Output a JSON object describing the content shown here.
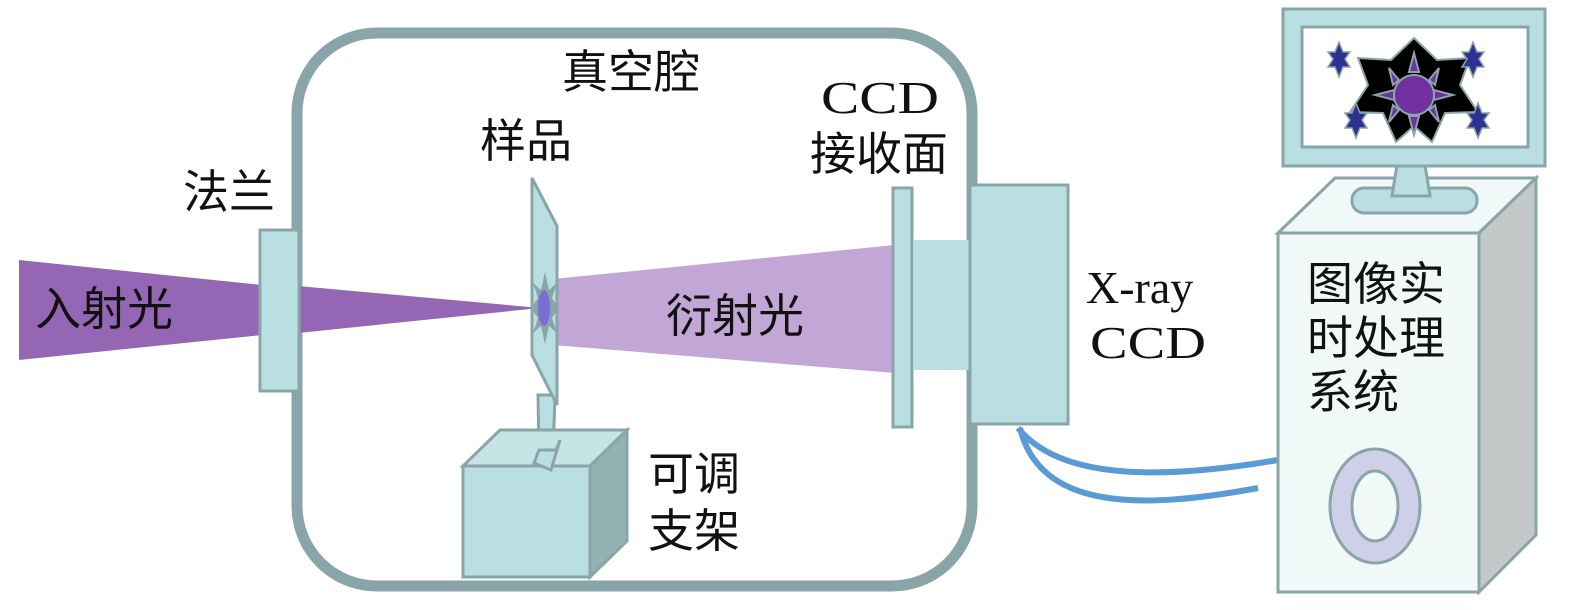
{
  "figure": {
    "type": "schematic",
    "subject": "X-ray diffraction imaging setup"
  },
  "labels": {
    "incident_light": "入射光",
    "flange": "法兰",
    "vacuum_chamber": "真空腔",
    "sample": "样品",
    "diffracted_light": "衍射光",
    "ccd_receiving_surface_line1": "CCD",
    "ccd_receiving_surface_line2": "接收面",
    "xray_ccd_line1": "X-ray",
    "xray_ccd_line2": "CCD",
    "adjustable_mount_line1": "可调",
    "adjustable_mount_line2": "支架",
    "processing_system_line1": "图像实",
    "processing_system_line2": "时处理",
    "processing_system_line3": "系统"
  },
  "colors": {
    "incident_beam": "#9566b4",
    "diffracted_beam": "#c2a7d6",
    "component_fill": "#badfe2",
    "outline": "#8aa5a8",
    "cable": "#5b9bd5",
    "chamber_wall": "#8aa5a8",
    "tower_front": "#f0f8f8",
    "tower_side": "#c3c9c9",
    "screen_star_center": "#7030a0",
    "screen_small_star": "#2e3192",
    "drive_ring": "#cfcfea"
  }
}
